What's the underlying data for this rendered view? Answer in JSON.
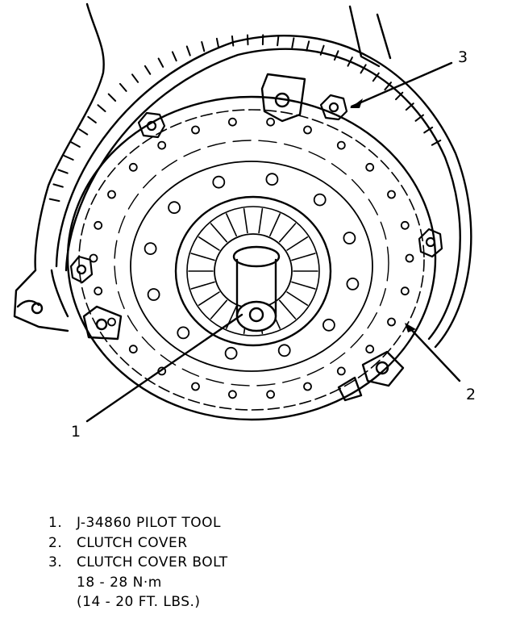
{
  "callouts": [
    {
      "id": "1",
      "label": "1"
    },
    {
      "id": "2",
      "label": "2"
    },
    {
      "id": "3",
      "label": "3"
    }
  ],
  "legend": {
    "items": [
      {
        "number": "1.",
        "text": "J-34860 PILOT TOOL"
      },
      {
        "number": "2.",
        "text": "CLUTCH COVER"
      },
      {
        "number": "3.",
        "text": "CLUTCH COVER BOLT"
      }
    ],
    "torque_nm": "18 - 28 N·m",
    "torque_ftlbs": "(14 - 20 FT. LBS.)"
  }
}
